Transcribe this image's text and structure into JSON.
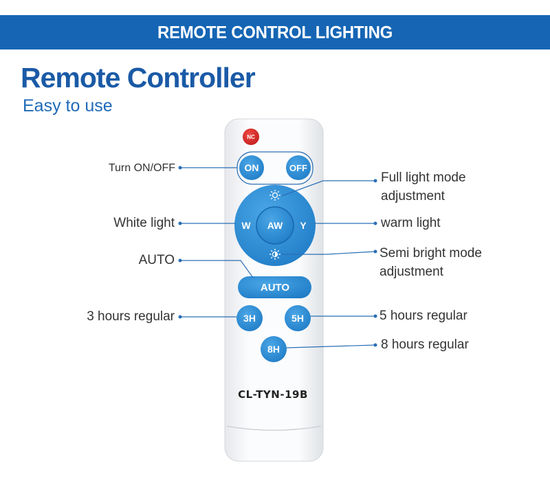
{
  "banner": {
    "title": "REMOTE CONTROL LIGHTING"
  },
  "heading": {
    "title": "Remote Controller",
    "subtitle": "Easy to use"
  },
  "remote": {
    "model": "CL-TYN-19B",
    "buttons": {
      "nc": "NC",
      "on": "ON",
      "off": "OFF",
      "w": "W",
      "aw": "AW",
      "y": "Y",
      "auto": "AUTO",
      "h3": "3H",
      "h5": "5H",
      "h8": "8H"
    },
    "colors": {
      "blue": "#2b8ad3",
      "red": "#d92b2b",
      "body": "#f4f5f7",
      "line": "#2a6fb5"
    }
  },
  "labels": {
    "turn_on_off": "Turn ON/OFF",
    "white_light": "White light",
    "auto": "AUTO",
    "hours3": "3 hours regular",
    "full_light_line1": "Full light mode",
    "full_light_line2": "adjustment",
    "warm_light": "warm light",
    "semi_line1": "Semi bright mode",
    "semi_line2": "adjustment",
    "hours5": "5 hours regular",
    "hours8": "8 hours regular"
  }
}
